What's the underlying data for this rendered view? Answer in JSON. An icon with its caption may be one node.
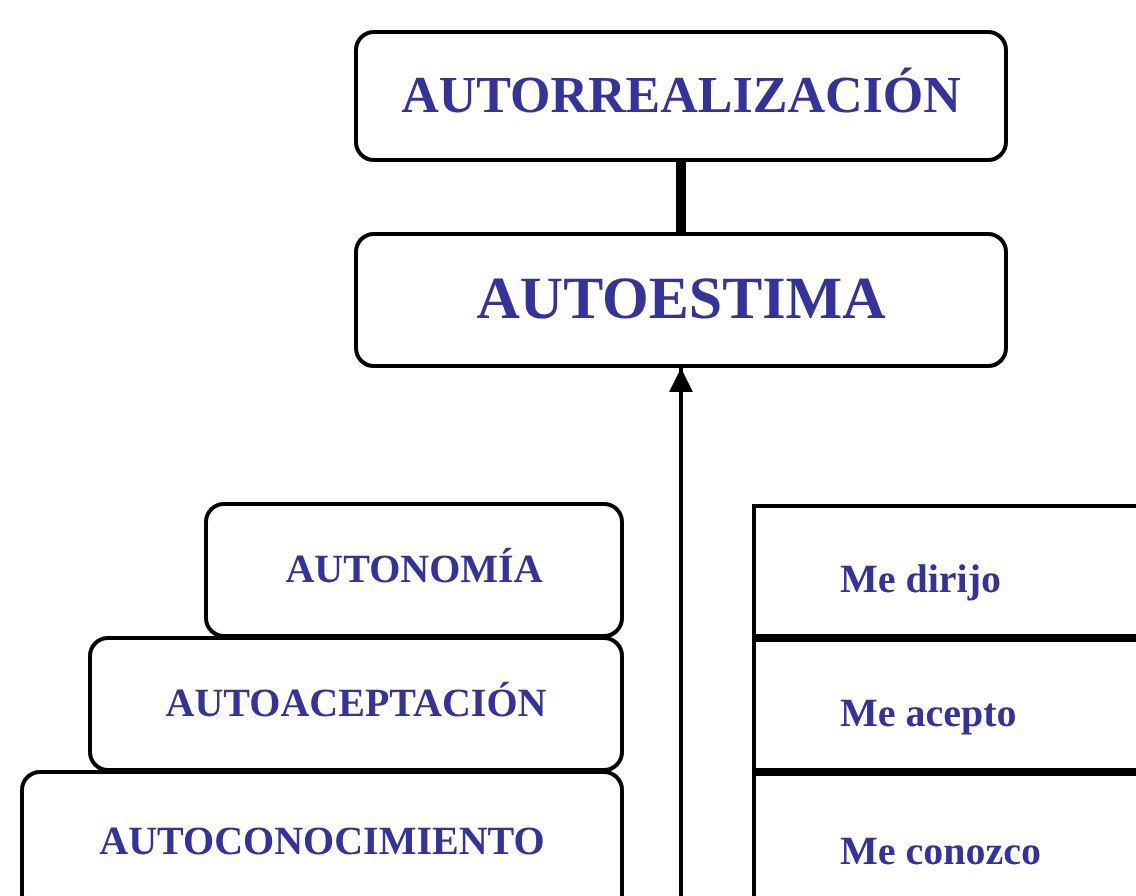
{
  "diagram": {
    "nodes": [
      {
        "text": [
          "AUTORREALIZACIÓN"
        ]
      },
      {
        "text": [
          "AUTOESTIMA"
        ]
      },
      {
        "text": [
          "AUTONOMÍA"
        ]
      },
      {
        "text": [
          "Me dirijo"
        ]
      },
      {
        "text": [
          "AUTOACEPTACIÓN"
        ]
      },
      {
        "text": [
          "Me acepto"
        ]
      },
      {
        "text": [
          "AUTOCONOCIMIENTO"
        ]
      },
      {
        "text": [
          "Me conozco"
        ]
      }
    ],
    "edges": [
      {
        "from": 0,
        "to": 1,
        "arrow": "none",
        "style": "thick"
      },
      {
        "from": null,
        "to": 1,
        "arrow": "to"
      }
    ]
  }
}
